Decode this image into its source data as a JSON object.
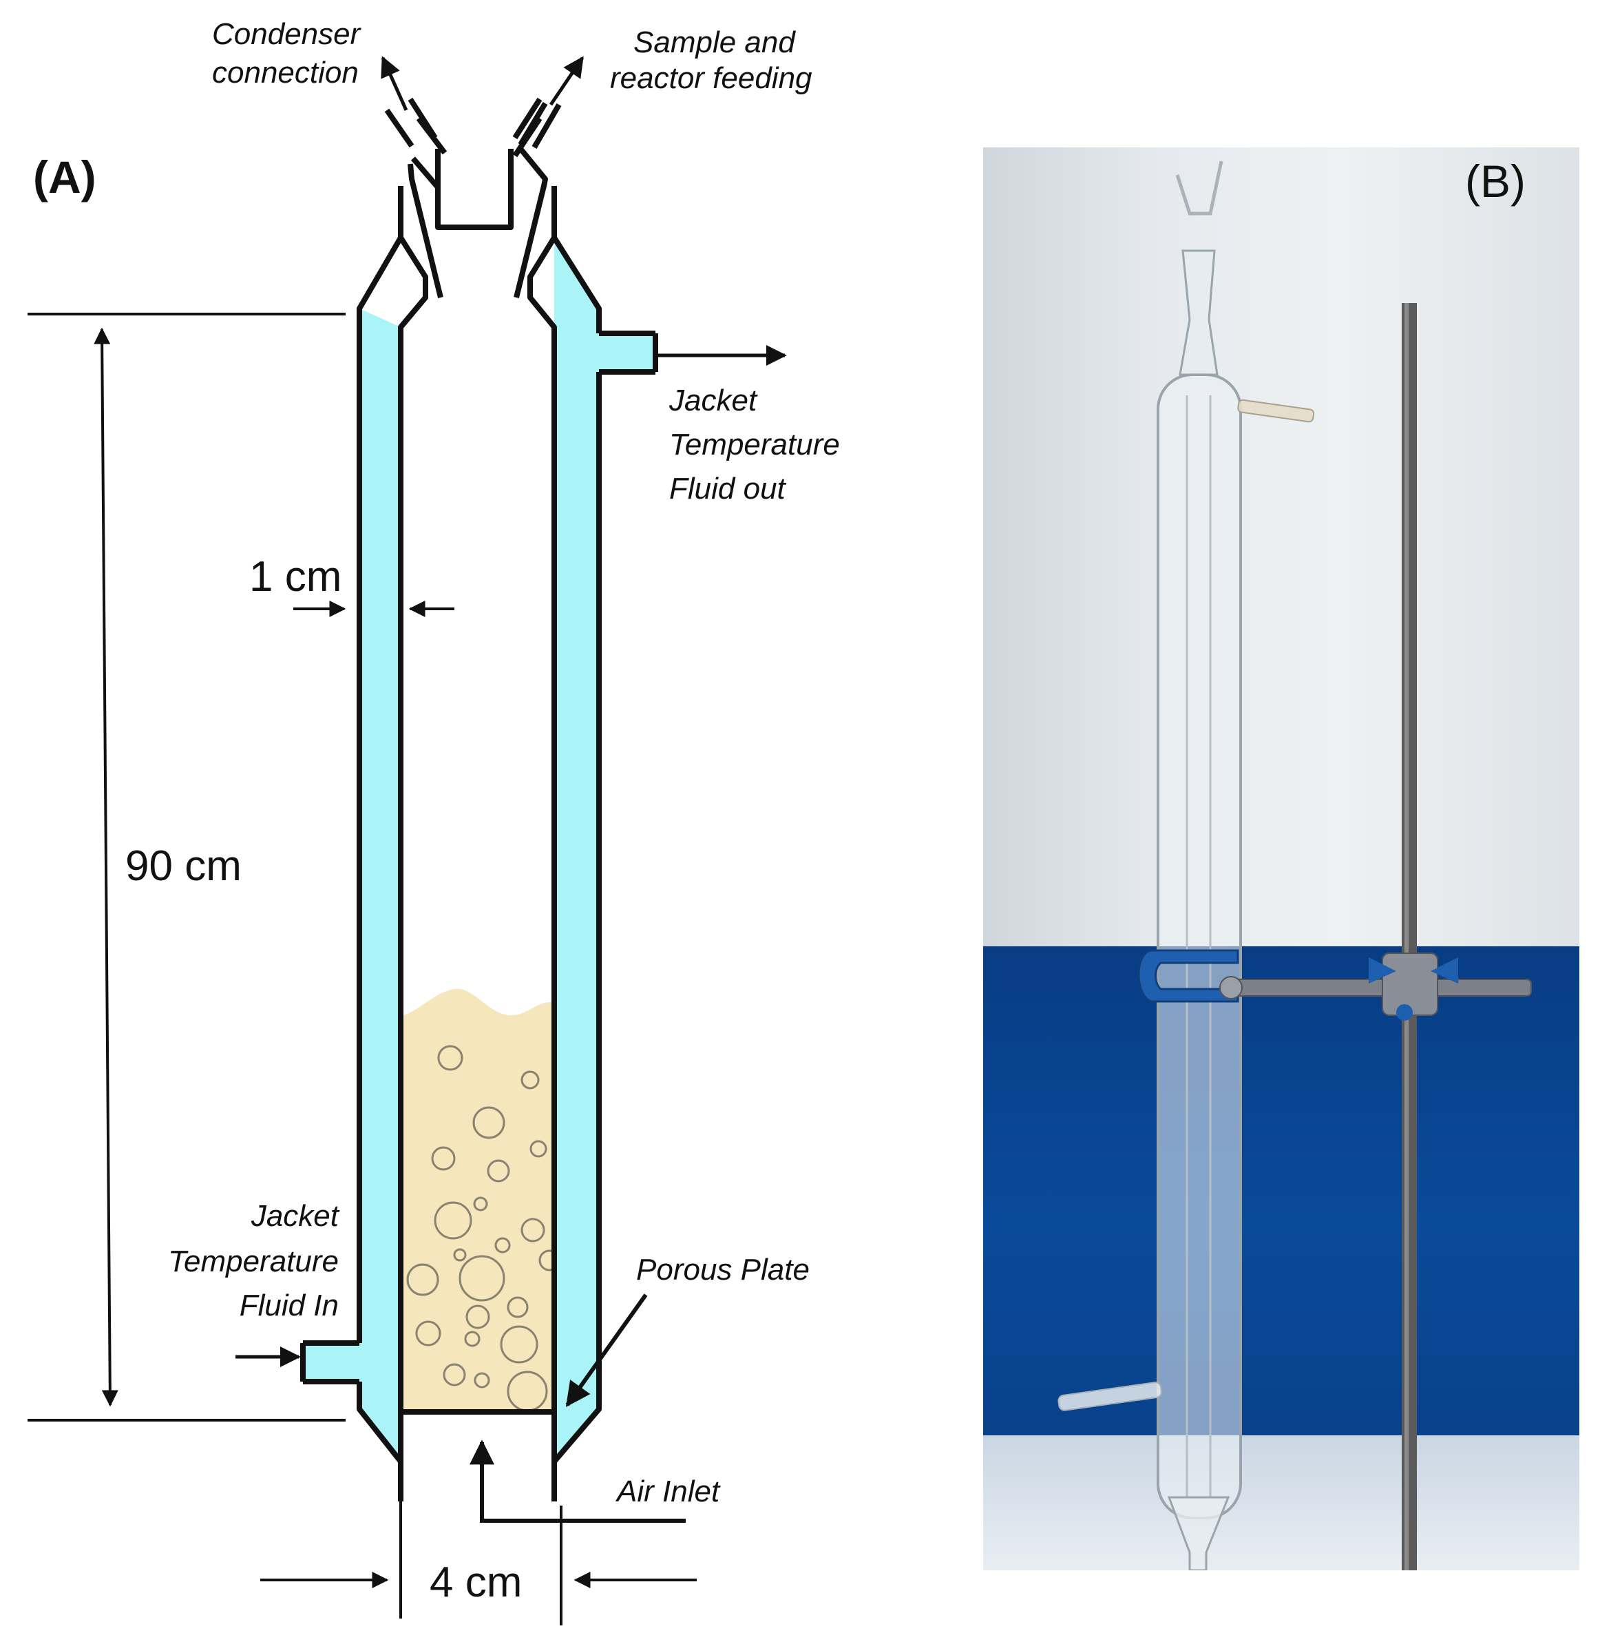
{
  "panel_a": {
    "label": "(A)",
    "labels": {
      "condenser": [
        "Condenser",
        "connection"
      ],
      "sample": [
        "Sample and",
        "reactor feeding"
      ],
      "jacket_out": [
        "Jacket",
        "Temperature",
        "Fluid out"
      ],
      "jacket_in": [
        "Jacket",
        "Temperature",
        "Fluid In"
      ],
      "porous_plate": "Porous Plate",
      "air_inlet": "Air Inlet"
    },
    "dimensions": {
      "wall": "1 cm",
      "height": "90 cm",
      "diameter": "4 cm"
    },
    "colors": {
      "jacket": "#aaf4f8",
      "liquid": "#f6e6bc",
      "outline": "#111111"
    }
  },
  "panel_b": {
    "label": "(B)",
    "colors": {
      "wall": "#e6eaee",
      "tile": "#0a4a9a",
      "clamp": "#1f5fb0",
      "rod": "#555555"
    }
  }
}
